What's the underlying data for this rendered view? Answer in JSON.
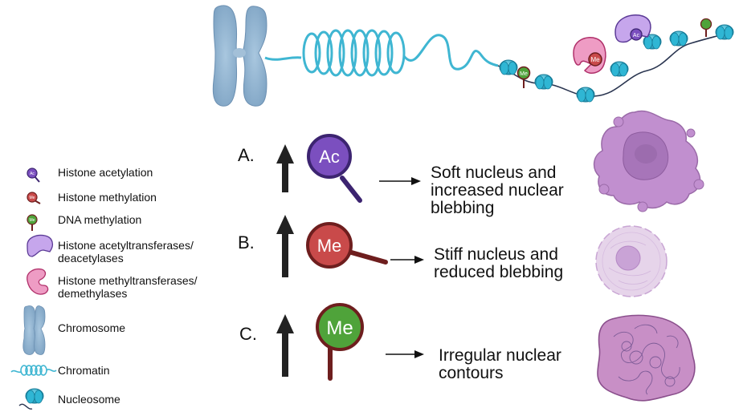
{
  "legend": {
    "items": [
      {
        "icon": "acetylation-pin-icon",
        "label": "Histone acetylation"
      },
      {
        "icon": "histone-methylation-pin-icon",
        "label": "Histone methylation"
      },
      {
        "icon": "dna-methylation-pin-icon",
        "label": "DNA methylation"
      },
      {
        "icon": "acetyltransferase-enzyme-icon",
        "label": "Histone acetyltransferases/\ndeacetylases"
      },
      {
        "icon": "methyltransferase-enzyme-icon",
        "label": "Histone methyltransferases/\ndemethylases"
      },
      {
        "icon": "chromosome-icon",
        "label": "Chromosome"
      },
      {
        "icon": "chromatin-coil-icon",
        "label": "Chromatin"
      },
      {
        "icon": "nucleosome-icon",
        "label": "Nucleosome"
      }
    ]
  },
  "marks": {
    "acetyl": "Ac",
    "methyl": "Me"
  },
  "rows": [
    {
      "letter": "A.",
      "mark": "Ac",
      "outcome": "Soft nucleus and\nincreased nuclear\nblebbing"
    },
    {
      "letter": "B.",
      "mark": "Me",
      "outcome": "Stiff nucleus and\nreduced blebbing"
    },
    {
      "letter": "C.",
      "mark": "Me",
      "outcome": "Irregular nuclear\ncontours"
    }
  ],
  "colors": {
    "acetyl": "#7b4fbf",
    "histone_methyl": "#c94a4a",
    "dna_methyl": "#4fa33a",
    "pin_stick": "#6e1e1e",
    "chromosome": "#8fb2cf",
    "chromatin": "#3fb6d2",
    "nucleosome": "#23a7c7",
    "acetyltransferase": "#c6a6ec",
    "methyltransferase": "#ee9cc4",
    "cell_purple": "#c18fcf",
    "nucleus_purple": "#a775b9"
  }
}
